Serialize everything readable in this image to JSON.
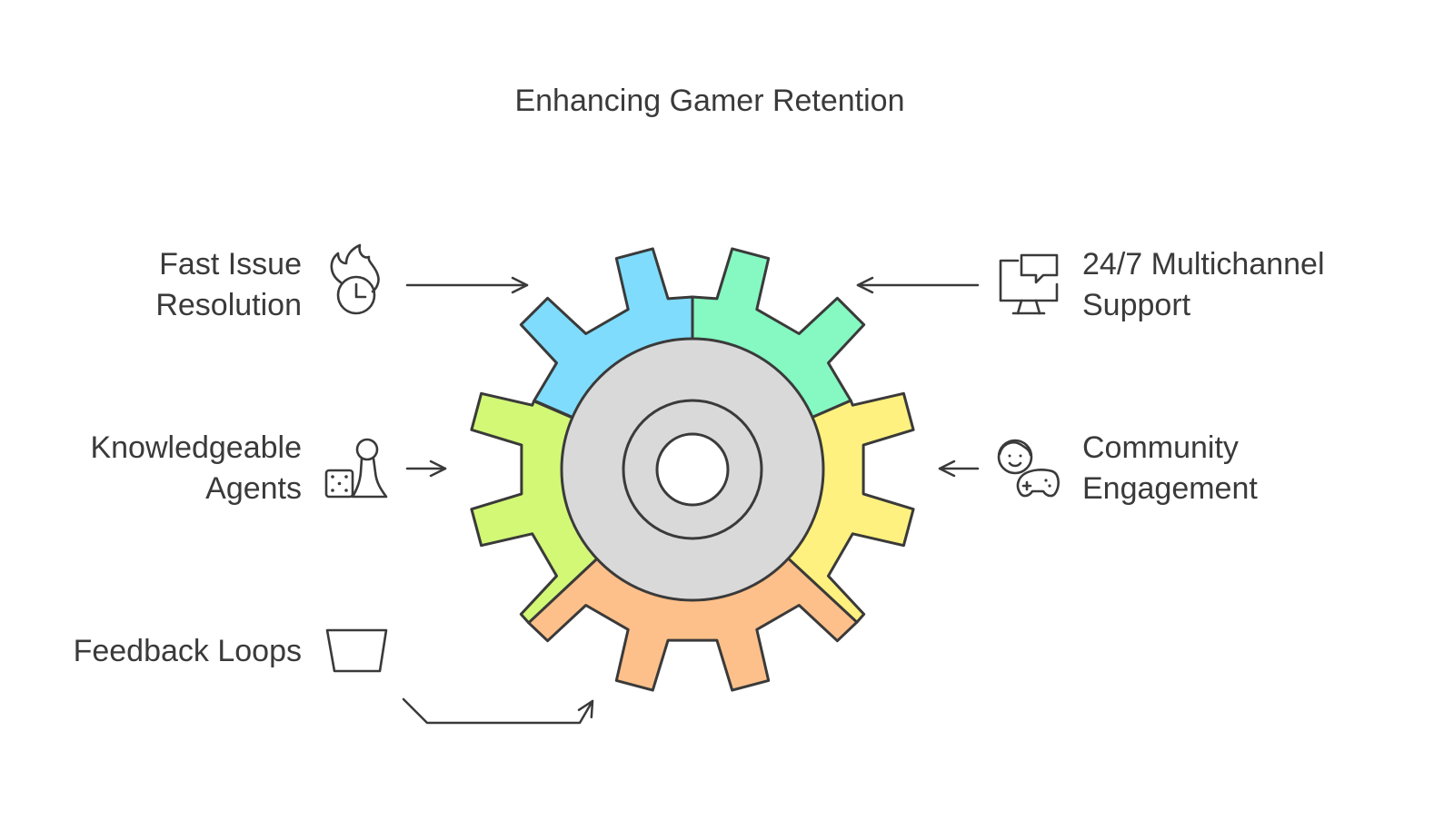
{
  "title": "Enhancing Gamer Retention",
  "colors": {
    "stroke": "#3a3a3a",
    "hub": "#d9d9d9",
    "segments": {
      "blue": "#7fdcfc",
      "teal": "#86f8c2",
      "yellow": "#fef17f",
      "orange": "#fdc08a",
      "green": "#d2f876"
    }
  },
  "items": [
    {
      "id": "fast",
      "lines": [
        "Fast Issue",
        "Resolution"
      ],
      "icon": "fire-clock-icon",
      "side": "left"
    },
    {
      "id": "knowledgeable",
      "lines": [
        "Knowledgeable",
        "Agents"
      ],
      "icon": "dice-pawn-icon",
      "side": "left"
    },
    {
      "id": "feedback",
      "lines": [
        "Feedback Loops"
      ],
      "icon": "bucket-icon",
      "side": "left"
    },
    {
      "id": "multichannel",
      "lines": [
        "24/7 Multichannel",
        "Support"
      ],
      "icon": "monitor-chat-icon",
      "side": "right"
    },
    {
      "id": "community",
      "lines": [
        "Community",
        "Engagement"
      ],
      "icon": "gamer-controller-icon",
      "side": "right"
    }
  ]
}
